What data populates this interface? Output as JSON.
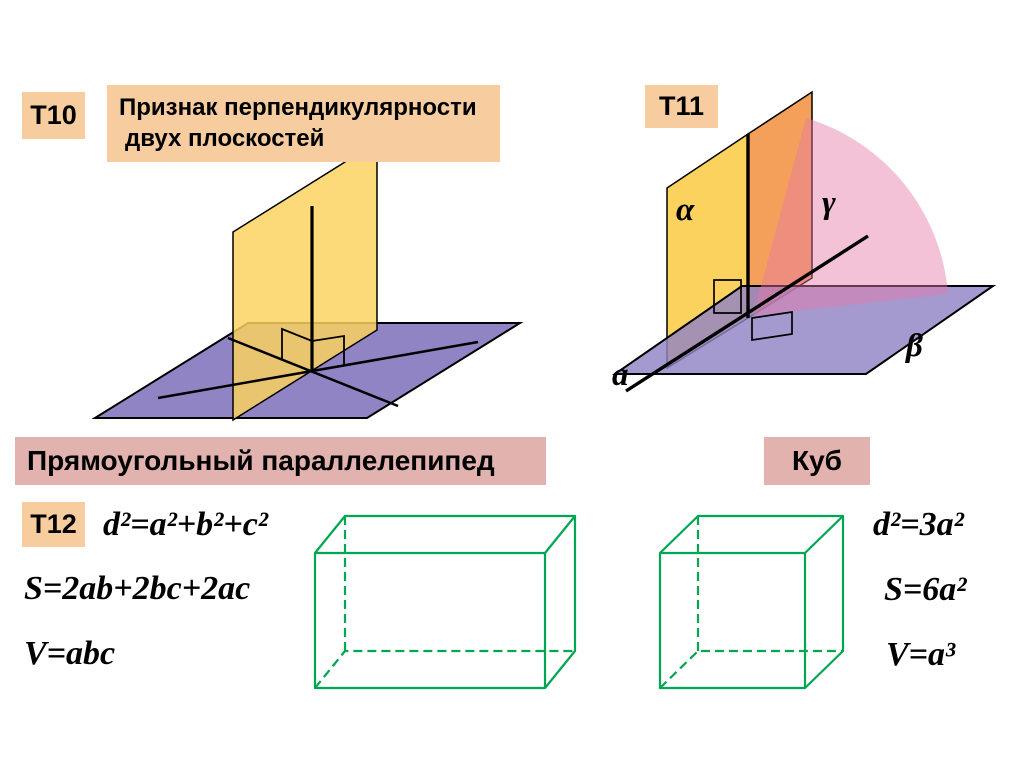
{
  "badges": {
    "t10": "Т10",
    "t11": "Т11",
    "t12": "Т12"
  },
  "header": {
    "line1": "Признак перпендикулярности",
    "line2": "двух плоскостей"
  },
  "sections": {
    "parallelepiped": "Прямоугольный параллелепипед",
    "cube": "Куб"
  },
  "formulas": {
    "parallelepiped": {
      "diagonal": "d²=a²+b²+c²",
      "surface": "S=2ab+2bc+2ac",
      "volume": "V=abc"
    },
    "cube": {
      "diagonal": "d²=3a²",
      "surface": "S=6a²",
      "volume": "V=a³"
    }
  },
  "t11_diagram": {
    "alpha": "α",
    "gamma": "γ",
    "beta": "β",
    "line_a": "a"
  },
  "colors": {
    "badge_bg": "#F7CDA0",
    "section_bg": "#E2B3AE",
    "plane_purple": "#9184C4",
    "plane_yellow": "#FCD25F",
    "plane_orange": "#F5A05A",
    "arc_pink": "#E777A6",
    "wireframe_green": "#00A651",
    "line_black": "#000000"
  }
}
